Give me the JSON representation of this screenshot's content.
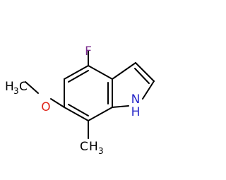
{
  "colors": {
    "bond": "#000000",
    "fluorine": "#7b2d8e",
    "oxygen": "#e0281c",
    "nitrogen": "#2626c8",
    "carbon": "#000000",
    "background": "#ffffff"
  },
  "molecule": {
    "atoms": {
      "fluorine": "F",
      "oxygen": "O",
      "nitrogen": "N",
      "nh_hydrogen": "H",
      "methoxy_h": "H",
      "methoxy_sub": "3",
      "methoxy_c": "C",
      "methyl_c": "C",
      "methyl_h": "H",
      "methyl_sub": "3"
    }
  }
}
